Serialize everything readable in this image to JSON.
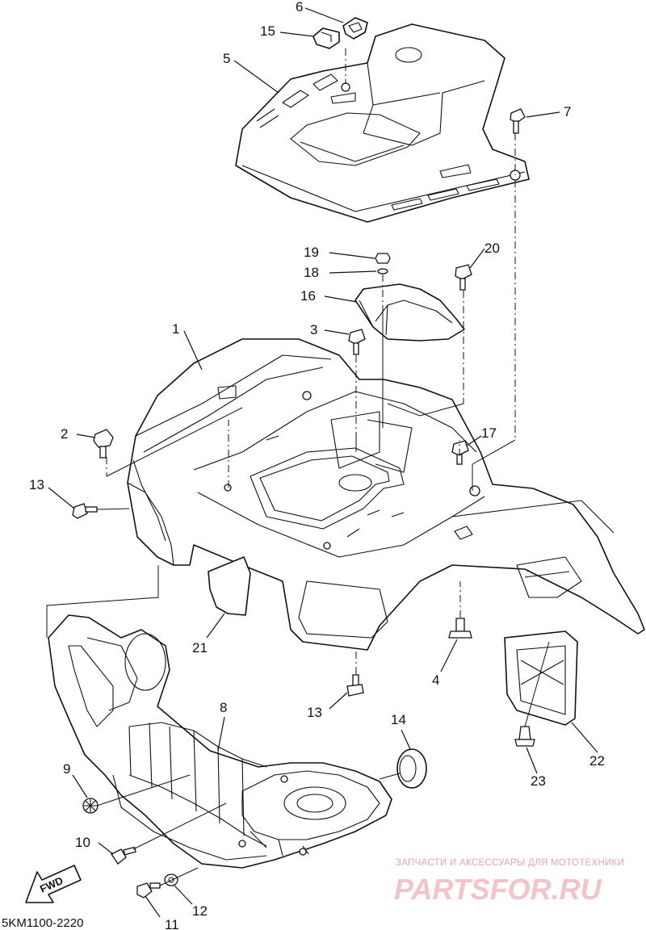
{
  "diagram_code": "5KM1100-2220",
  "direction_marker": "FWD",
  "watermark": {
    "tagline": "ЗАПЧАСТИ И АКСЕССУАРЫ ДЛЯ МОТОТЕХНИКИ",
    "brand": "PARTSFOR.RU"
  },
  "callouts": {
    "c1": "1",
    "c2": "2",
    "c3": "3",
    "c4": "4",
    "c5": "5",
    "c6": "6",
    "c7": "7",
    "c8": "8",
    "c9": "9",
    "c10": "10",
    "c11": "11",
    "c12": "12",
    "c13a": "13",
    "c13b": "13",
    "c14": "14",
    "c15": "15",
    "c16": "16",
    "c17": "17",
    "c18": "18",
    "c19": "19",
    "c20": "20",
    "c21": "21",
    "c22": "22",
    "c23": "23"
  }
}
